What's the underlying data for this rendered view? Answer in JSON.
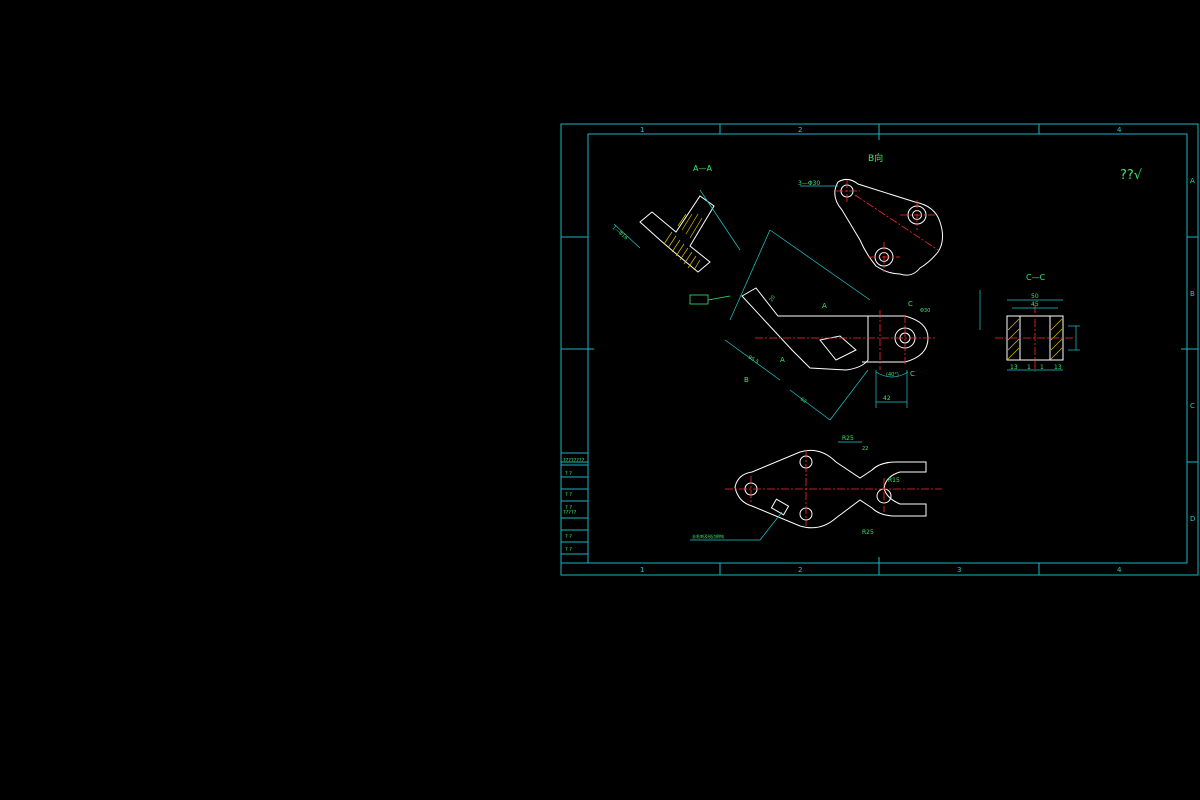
{
  "drawing": {
    "border_columns_top": [
      "1",
      "2",
      "",
      "4"
    ],
    "border_columns_bottom": [
      "1",
      "2",
      "3",
      "4"
    ],
    "border_rows_right": [
      "A",
      "B",
      "C",
      "D"
    ],
    "view_b_label": "B向",
    "view_aa_label": "A—A",
    "view_cc_label": "C—C",
    "roughness_symbol": "??√",
    "section_mark_a": "A",
    "section_mark_b": "B",
    "section_mark_c": "C",
    "dims": {
      "hole3": "3—Φ30",
      "dim_42": "42",
      "dim_40deg": "(40°)",
      "dim_50": "50",
      "dim_45": "45",
      "dim_13a": "13",
      "dim_1a": "1",
      "dim_1b": "1",
      "dim_13b": "13",
      "dim_r25": "R25",
      "dim_22": "22",
      "dim_r15": "R15",
      "dim_r25b": "R25",
      "dim_95": "95.5",
      "dim_62": "62",
      "dim_30": "Φ30",
      "dim_20": "20"
    },
    "title_block_rows": [
      "????????",
      "?  ?",
      "?  ?",
      "?  ?",
      "?????",
      "?  ?",
      "?  ?"
    ],
    "note_label": "去毛刺及锐边倒钝"
  },
  "colors": {
    "frame": "#17b5c5",
    "outline": "#ffffff",
    "center_line": "#ff2a2a",
    "dimension_text": "#38e86a",
    "hatch": "#e0c000"
  }
}
